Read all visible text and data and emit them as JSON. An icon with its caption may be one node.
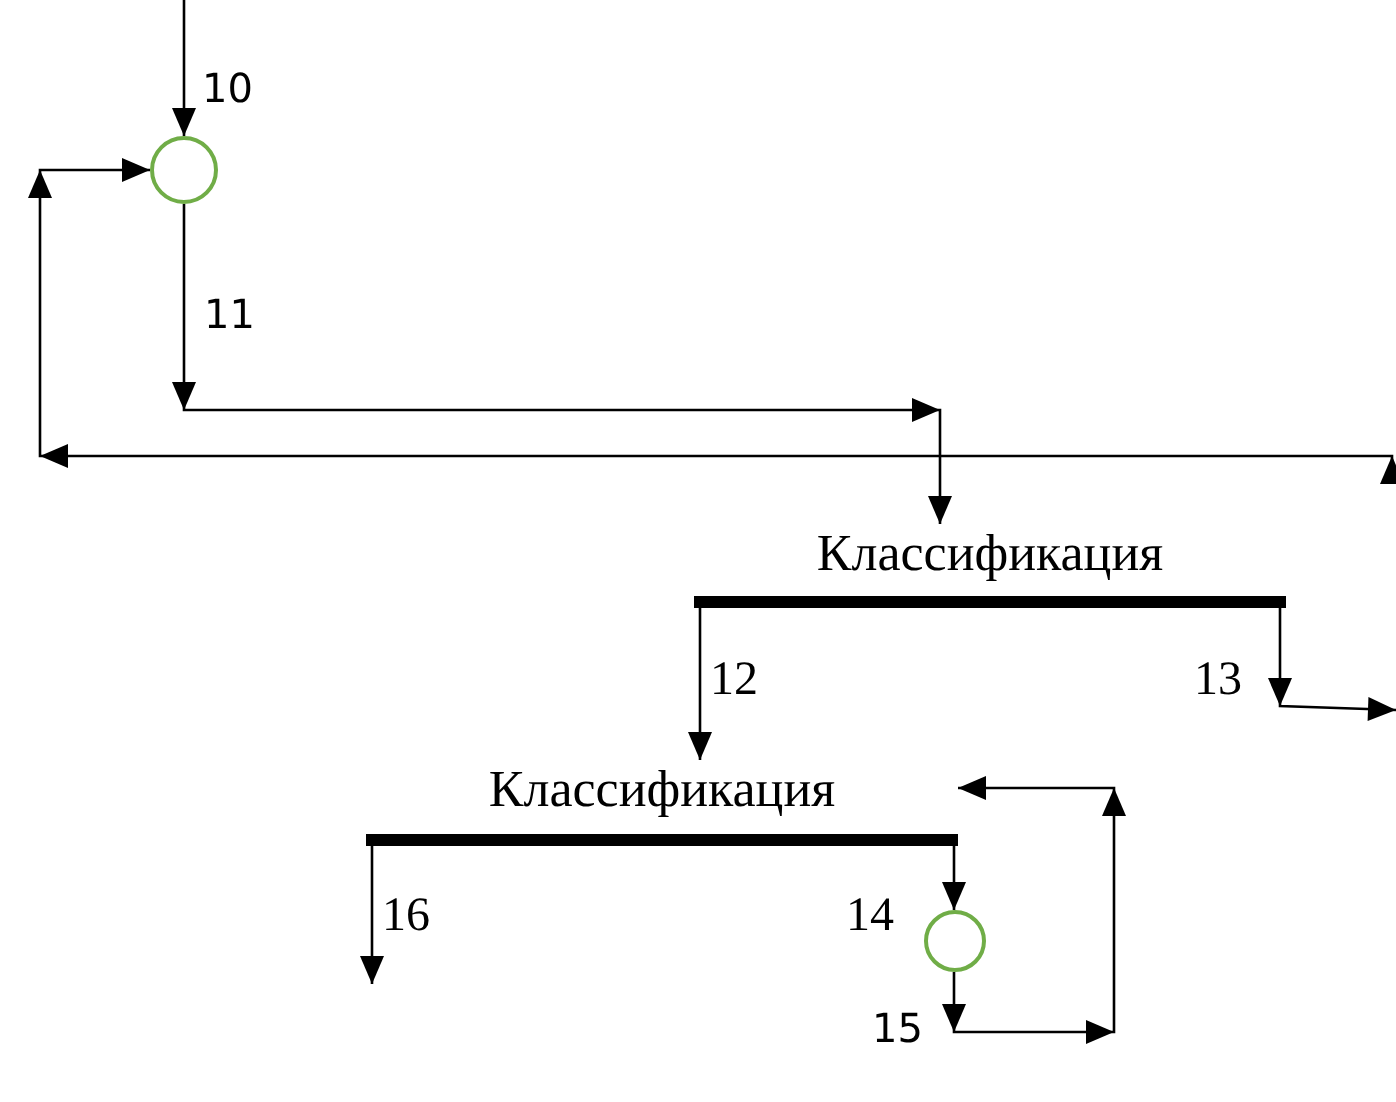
{
  "diagram": {
    "nodes": [
      {
        "text": [],
        "shape": "circle"
      },
      {
        "text": [
          "Классификация"
        ]
      },
      {
        "text": [
          "Классификация"
        ]
      },
      {
        "text": [],
        "shape": "circle"
      }
    ],
    "edges": [
      {
        "from": null,
        "to": 0,
        "arrow": "to",
        "label": "10"
      },
      {
        "from": 0,
        "to": 1,
        "arrow": "to",
        "label": "11"
      },
      {
        "from": 1,
        "to": 2,
        "arrow": "to",
        "label": "12"
      },
      {
        "from": 1,
        "to": null,
        "arrow": "to",
        "label": "13"
      },
      {
        "from": 2,
        "to": null,
        "arrow": "to",
        "label": "16"
      },
      {
        "from": 2,
        "to": 3,
        "arrow": "to",
        "label": "14"
      },
      {
        "from": 3,
        "to": 2,
        "arrow": "to",
        "label": "15"
      },
      {
        "from": null,
        "to": 0,
        "arrow": "to"
      }
    ]
  }
}
